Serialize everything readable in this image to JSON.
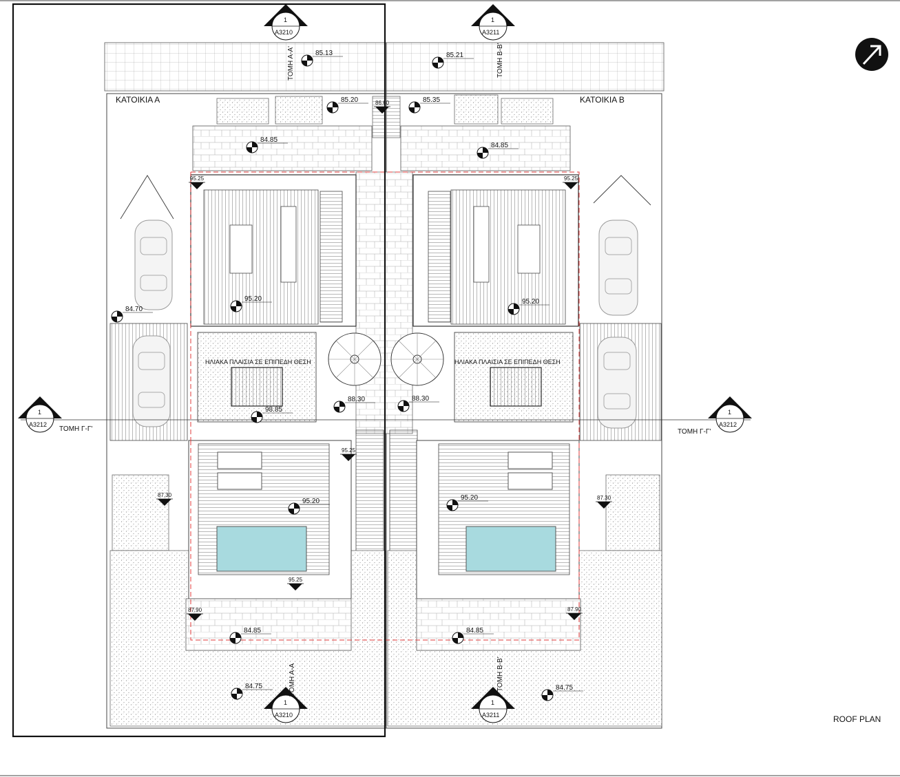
{
  "drawing_title": "ROOF PLAN",
  "units": {
    "unit_a": "ΚΑΤΟΙΚΙΑ Α",
    "unit_b": "ΚΑΤΟΙΚΙΑ Β"
  },
  "sections": {
    "top_left": {
      "num": "1",
      "ref": "A3210",
      "name": "ΤΟΜΗ Α-Α'"
    },
    "top_right": {
      "num": "1",
      "ref": "A3211",
      "name": "ΤΟΜΗ Β-Β'"
    },
    "bottom_left": {
      "num": "1",
      "ref": "A3210",
      "name": "ΤΟΜΗ Α-Α"
    },
    "bottom_right": {
      "num": "1",
      "ref": "A3211",
      "name": "ΤΟΜΗ Β-Β'"
    },
    "mid_left": {
      "num": "1",
      "ref": "A3212",
      "name": "ΤΟΜΗ Γ-Γ'"
    },
    "mid_right": {
      "num": "1",
      "ref": "A3212",
      "name": "ΤΟΜΗ Γ-Γ'"
    }
  },
  "solar_note_a": "ΗΛΙΑΚΑ ΠΛΑΙΣΙΑ ΣΕ ΕΠΙΠΕΔΗ ΘΕΣΗ",
  "solar_note_b": "ΗΛΙΑΚΑ ΠΛΑΙΣΙΑ ΣΕ ΕΠΙΠΕΔΗ ΘΕΣΗ",
  "levels": {
    "lv_8513": "85.13",
    "lv_8521": "85.21",
    "lv_8520": "85.20",
    "lv_8660": "86.60",
    "lv_8535": "85.35",
    "lv_8485_a": "84.85",
    "lv_8485_b": "84.85",
    "lv_9525_a": "95.25",
    "lv_9525_b": "95.25",
    "lv_9520_a": "95.20",
    "lv_9520_b": "95.20",
    "lv_8470": "84.70",
    "lv_8830_a": "88.30",
    "lv_8830_b": "88.30",
    "lv_9885": "98.85",
    "lv_9525_c": "95.25",
    "lv_8730_a": "87.30",
    "lv_8730_b": "87.30",
    "lv_9520_c": "95.20",
    "lv_9520_d": "95.20",
    "lv_9525_d": "95.25",
    "lv_8790_a": "87.90",
    "lv_8790_b": "87.90",
    "lv_8485_c": "84.85",
    "lv_8485_d": "84.85",
    "lv_8475_a": "84.75",
    "lv_8475_b": "84.75"
  },
  "colors": {
    "pool": "#a8dadf",
    "fire_line": "#e03a3a",
    "ink": "#111111",
    "hatch": "#888888"
  },
  "icons": {
    "north_arrow": "north-arrow-icon",
    "section_marker": "section-marker-icon",
    "level_marker": "level-marker-icon",
    "car": "car-icon",
    "spiral_stair": "spiral-stair-icon"
  }
}
